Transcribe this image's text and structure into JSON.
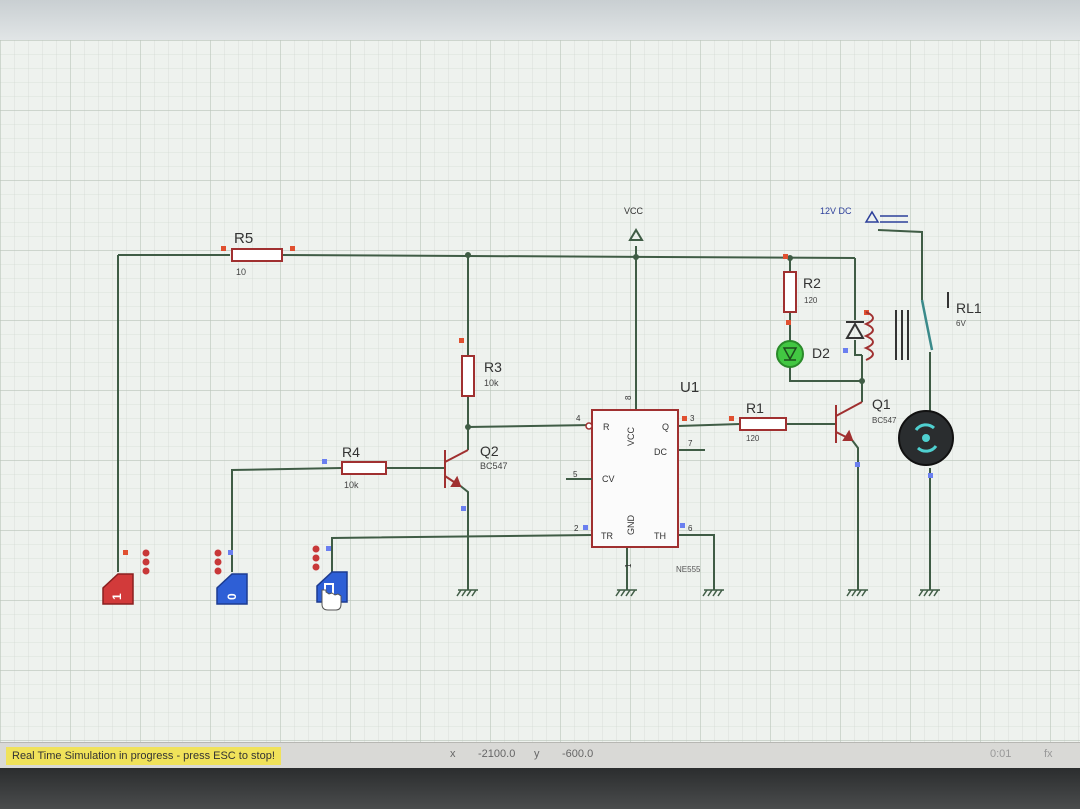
{
  "components": {
    "r5": {
      "ref": "R5",
      "value": "10"
    },
    "r3": {
      "ref": "R3",
      "value": "10k"
    },
    "r4": {
      "ref": "R4",
      "value": "10k"
    },
    "r2": {
      "ref": "R2",
      "value": "120"
    },
    "r1": {
      "ref": "R1",
      "value": "120"
    },
    "q2": {
      "ref": "Q2",
      "part": "BC547"
    },
    "q1": {
      "ref": "Q1",
      "part": "BC547"
    },
    "d2": {
      "ref": "D2"
    },
    "u1": {
      "ref": "U1",
      "part": "NE555"
    },
    "rl1": {
      "ref": "RL1",
      "value": "6V"
    },
    "vcc": {
      "label": "VCC"
    },
    "supply": {
      "label": "12V DC"
    }
  },
  "ic_pins": {
    "r": "R",
    "vcc": "VCC",
    "q": "Q",
    "dc": "DC",
    "cv": "CV",
    "tr": "TR",
    "gnd": "GND",
    "th": "TH",
    "n4": "4",
    "n8": "8",
    "n3": "3",
    "n7": "7",
    "n5": "5",
    "n2": "2",
    "n1": "1",
    "n6": "6"
  },
  "logic_toggles": [
    {
      "value": "1",
      "color": "#d23a3a"
    },
    {
      "value": "0",
      "color": "#2e5fd6"
    },
    {
      "value": "",
      "color": "#2e5fd6"
    }
  ],
  "status": {
    "message": "Real Time Simulation in progress - press ESC to stop!",
    "x_label": "x",
    "x_value": "-2100.0",
    "y_label": "y",
    "y_value": "-600.0",
    "time": "0:01",
    "fx": "fx"
  },
  "colors": {
    "wire": "#3f5c45",
    "part": "#a03030",
    "grid": "#c9d3c9",
    "led_on": "#42c742"
  }
}
